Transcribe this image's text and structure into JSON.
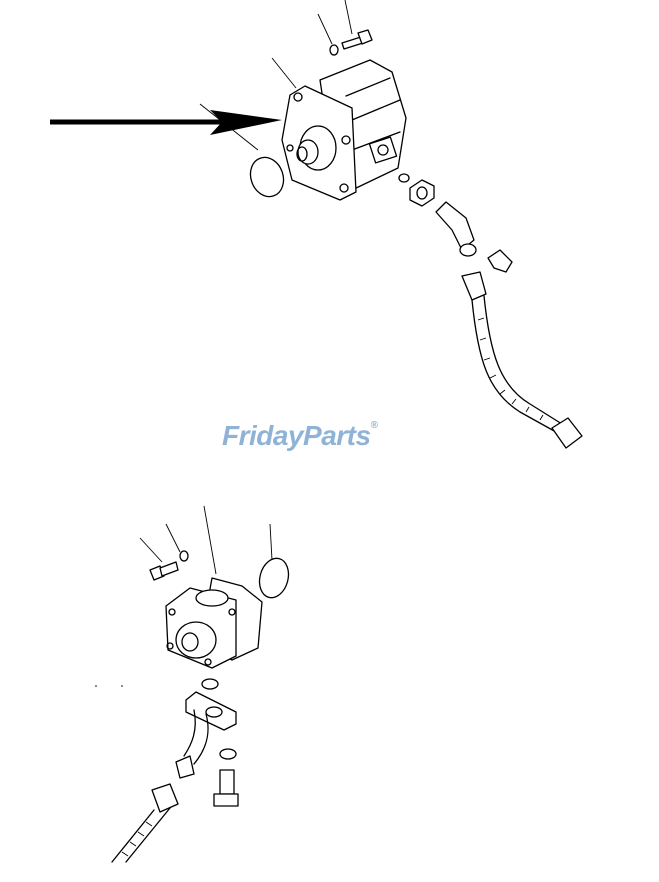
{
  "watermark": {
    "text_left": "Friday",
    "text_right": "Parts",
    "registered_mark": "®",
    "color": "#8fb3d6",
    "accent_color": "#f0a830"
  },
  "upper_assembly": {
    "parts": [
      "mounting-bolt",
      "washer",
      "gear-pump",
      "o-ring",
      "nut",
      "elbow-fitting",
      "adapter",
      "hydraulic-hose"
    ]
  },
  "lower_assembly": {
    "parts": [
      "mounting-bolt",
      "washer",
      "gear-pump",
      "o-ring",
      "o-ring",
      "flange",
      "tube",
      "bolt",
      "hydraulic-hose"
    ]
  }
}
